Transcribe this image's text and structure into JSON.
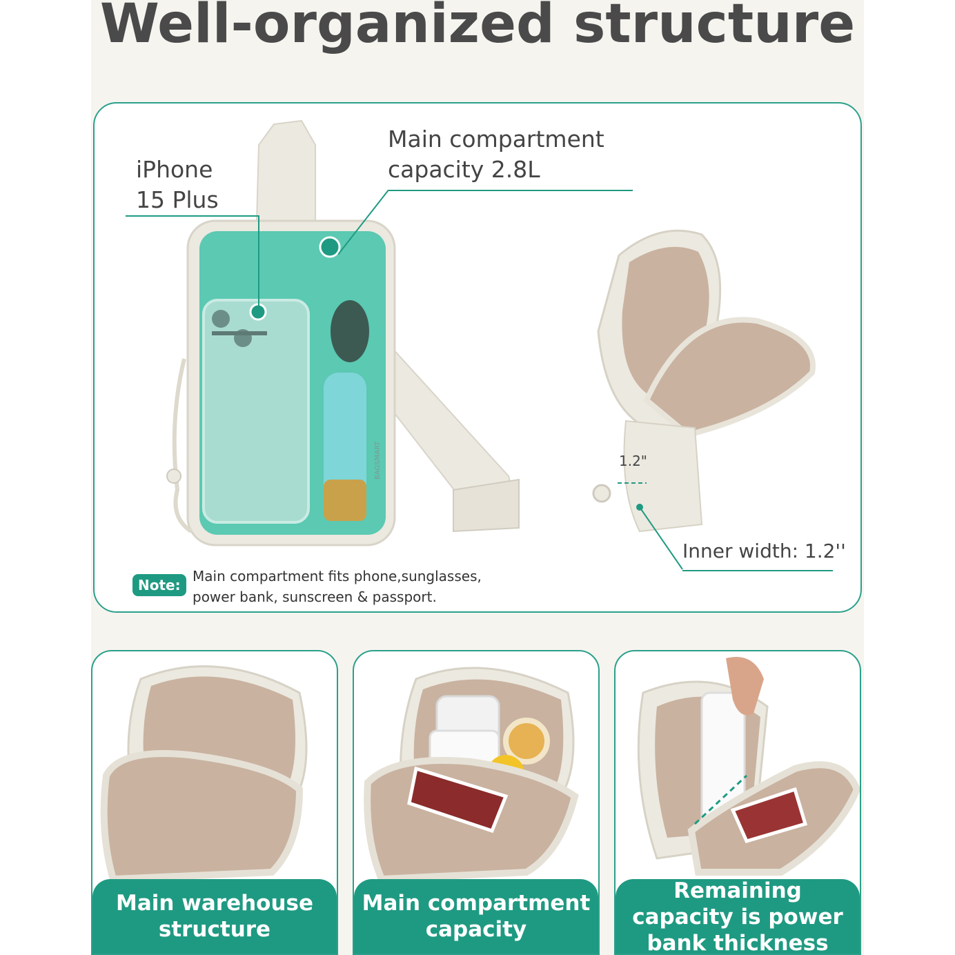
{
  "title": "Well-organized structure",
  "top_card": {
    "iphone_label": [
      "iPhone",
      "15 Plus"
    ],
    "compartment_label": [
      "Main compartment",
      "capacity 2.8L"
    ],
    "dimension_label": "1.2\"",
    "inner_width_label": "Inner width: 1.2''",
    "note_badge": "Note:",
    "note_text": [
      "Main compartment fits phone,sunglasses,",
      "power bank,  sunscreen & passport."
    ],
    "brand_mark": "BAGSMART"
  },
  "bottom_cards": [
    {
      "caption": [
        "Main warehouse",
        "structure"
      ]
    },
    {
      "caption": [
        "Main compartment",
        "capacity"
      ]
    },
    {
      "caption": [
        "Remaining",
        "capacity is power",
        "bank thickness"
      ]
    }
  ],
  "colors": {
    "accent": "#1f9a82",
    "teal_overlay": "#4fc6ae",
    "bag_shell": "#ece9e0",
    "lining": "#c9b2a0"
  }
}
